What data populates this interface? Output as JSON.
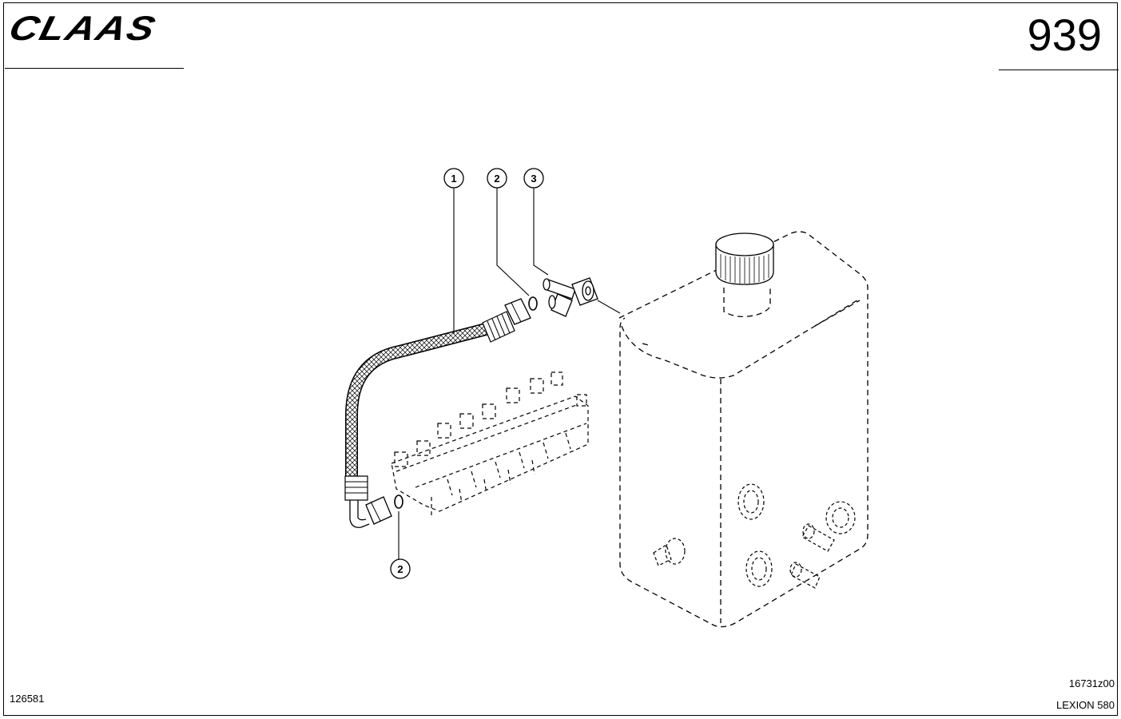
{
  "header": {
    "brand": "CLAAS",
    "page_number": "939"
  },
  "callouts": [
    {
      "id": "callout-1",
      "label": "1"
    },
    {
      "id": "callout-2-top",
      "label": "2"
    },
    {
      "id": "callout-3",
      "label": "3"
    },
    {
      "id": "callout-2-bottom",
      "label": "2"
    }
  ],
  "footer": {
    "part_number": "126581",
    "drawing_id": "16731z00",
    "model": "LEXION 580"
  },
  "colors": {
    "line": "#000000",
    "background": "#ffffff"
  }
}
